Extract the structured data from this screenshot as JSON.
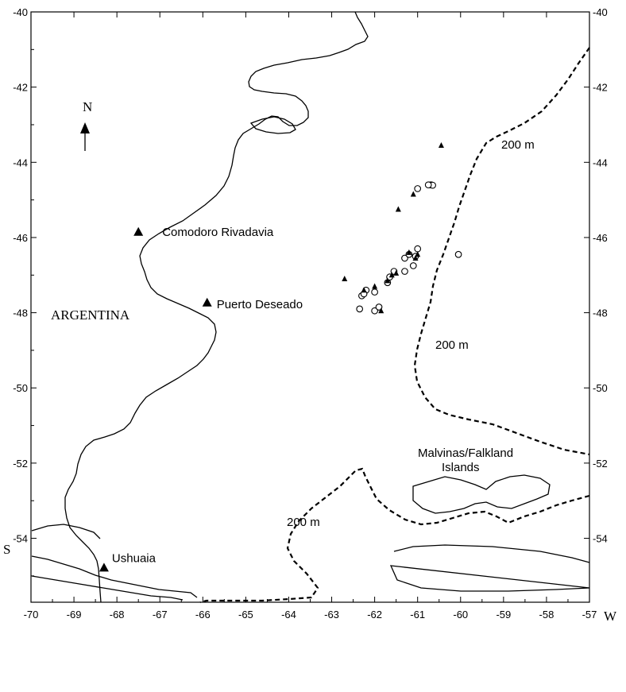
{
  "map": {
    "x_ticks": [
      "-70",
      "-69",
      "-68",
      "-67",
      "-66",
      "-65",
      "-64",
      "-63",
      "-62",
      "-61",
      "-60",
      "-59",
      "-58",
      "-57"
    ],
    "y_ticks": [
      "-40",
      "-42",
      "-44",
      "-46",
      "-48",
      "-50",
      "-52",
      "-54"
    ],
    "x_hemisphere": "W",
    "y_hemisphere": "S",
    "north_label": "N",
    "country_label": "ARGENTINA",
    "places": [
      {
        "name": "Comodoro Rivadavia",
        "lon": -67.5,
        "lat": -45.87
      },
      {
        "name": "Puerto Deseado",
        "lon": -65.9,
        "lat": -47.75
      },
      {
        "name": "Ushuaia",
        "lon": -68.3,
        "lat": -54.8
      }
    ],
    "islands_label_line1": "Malvinas/Falkland",
    "islands_label_line2": "Islands",
    "isobath_labels": [
      "200 m",
      "200 m",
      "200 m"
    ],
    "circles": [
      [
        -61.0,
        -44.7
      ],
      [
        -60.7,
        -44.6
      ],
      [
        -60.68,
        -44.6
      ],
      [
        -60.65,
        -44.61
      ],
      [
        -60.75,
        -44.6
      ],
      [
        -61.0,
        -46.3
      ],
      [
        -61.05,
        -46.5
      ],
      [
        -61.1,
        -46.75
      ],
      [
        -61.3,
        -46.9
      ],
      [
        -61.55,
        -46.9
      ],
      [
        -61.3,
        -46.55
      ],
      [
        -61.2,
        -46.45
      ],
      [
        -61.7,
        -47.2
      ],
      [
        -62.0,
        -47.45
      ],
      [
        -62.2,
        -47.4
      ],
      [
        -62.3,
        -47.55
      ],
      [
        -62.35,
        -47.9
      ],
      [
        -62.0,
        -47.95
      ],
      [
        -61.9,
        -47.85
      ],
      [
        -60.05,
        -46.45
      ],
      [
        -62.25,
        -47.5
      ],
      [
        -61.65,
        -47.05
      ]
    ],
    "triangles": [
      [
        -60.45,
        -43.55
      ],
      [
        -61.1,
        -44.85
      ],
      [
        -61.45,
        -45.25
      ],
      [
        -61.2,
        -46.4
      ],
      [
        -61.05,
        -46.55
      ],
      [
        -61.5,
        -46.95
      ],
      [
        -61.7,
        -47.15
      ],
      [
        -62.0,
        -47.3
      ],
      [
        -62.7,
        -47.1
      ],
      [
        -61.85,
        -47.95
      ],
      [
        -62.25,
        -47.4
      ],
      [
        -61.6,
        -47.0
      ],
      [
        -61.0,
        -46.45
      ]
    ]
  }
}
